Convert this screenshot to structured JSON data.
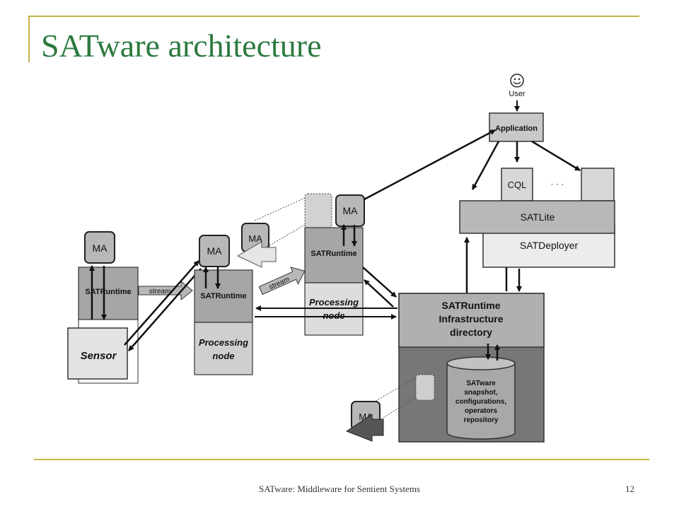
{
  "slide": {
    "title": "SATware architecture",
    "footer": "SATware: Middleware for Sentient Systems",
    "page_number": "12"
  },
  "diagram": {
    "user_label": "User",
    "application_label": "Application",
    "cql_label": "CQL",
    "dots_label": "· · ·",
    "satlite_label": "SATLite",
    "satdeployer_label": "SATDeployer",
    "infra_line1": "SATRuntime",
    "infra_line2": "Infrastructure",
    "infra_line3": "directory",
    "repo_line1": "SATware",
    "repo_line2": "snapshot,",
    "repo_line3": "configurations,",
    "repo_line4": "operators",
    "repo_line5": "repository",
    "ma_label": "MA",
    "satruntime_label": "SATRuntime",
    "sensor_label": "Sensor",
    "processing_line1": "Processing",
    "processing_line2": "node",
    "stream_label": "stream"
  }
}
